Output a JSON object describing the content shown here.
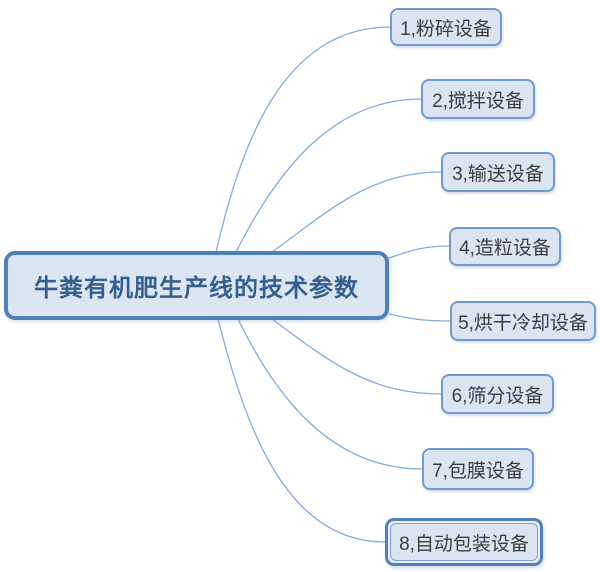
{
  "diagram": {
    "type": "mindmap",
    "root": {
      "label": "牛粪有机肥生产线的技术参数",
      "selected": false
    },
    "branches": [
      {
        "id": "n1",
        "label": "1,粉碎设备",
        "selected": false
      },
      {
        "id": "n2",
        "label": "2,搅拌设备",
        "selected": false
      },
      {
        "id": "n3",
        "label": "3,输送设备",
        "selected": false
      },
      {
        "id": "n4",
        "label": "4,造粒设备",
        "selected": false
      },
      {
        "id": "n5",
        "label": "5,烘干冷却设备",
        "selected": false
      },
      {
        "id": "n6",
        "label": "6,筛分设备",
        "selected": false
      },
      {
        "id": "n7",
        "label": "7,包膜设备",
        "selected": false
      },
      {
        "id": "n8",
        "label": "8,自动包装设备",
        "selected": true
      }
    ],
    "colors": {
      "root_border": "#4f81bd",
      "root_fill": "#dce6f2",
      "root_text": "#365f91",
      "branch_border": "#6f9bd1",
      "branch_fill": "#dbe5f1",
      "branch_text": "#3d3d3d",
      "connector": "#83abdc",
      "background": "#ffffff"
    }
  }
}
